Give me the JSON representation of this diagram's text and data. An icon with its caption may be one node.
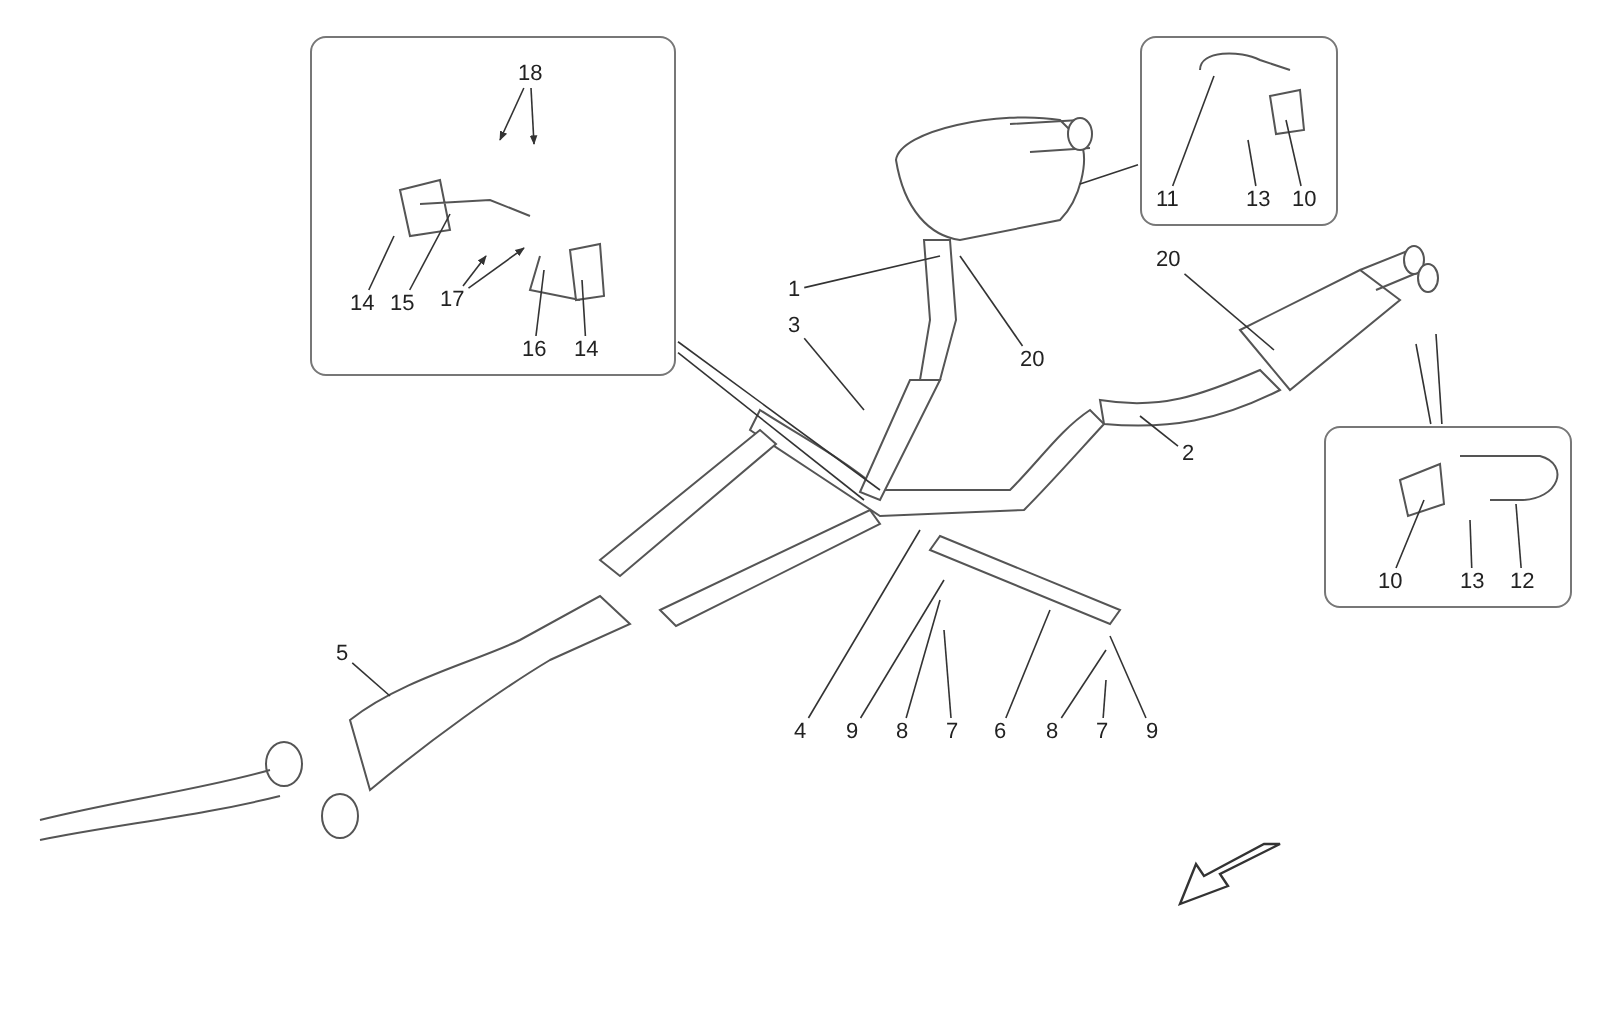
{
  "diagram": {
    "nodes": [
      {
        "text": [],
        "shape": "box"
      },
      {
        "text": [],
        "shape": "box"
      },
      {
        "text": [],
        "shape": "box"
      },
      {
        "text": [
          "18"
        ],
        "in": 0
      },
      {
        "text": [
          "14"
        ],
        "in": 0
      },
      {
        "text": [
          "15"
        ],
        "in": 0
      },
      {
        "text": [
          "17"
        ],
        "in": 0
      },
      {
        "text": [
          "16"
        ],
        "in": 0
      },
      {
        "text": [
          "14"
        ],
        "in": 0
      },
      {
        "text": [
          "11"
        ],
        "in": 1
      },
      {
        "text": [
          "13"
        ],
        "in": 1
      },
      {
        "text": [
          "10"
        ],
        "in": 1
      },
      {
        "text": [
          "10"
        ],
        "in": 2
      },
      {
        "text": [
          "13"
        ],
        "in": 2
      },
      {
        "text": [
          "12"
        ],
        "in": 2
      },
      {
        "text": [
          "1"
        ]
      },
      {
        "text": [
          "3"
        ]
      },
      {
        "text": [
          "20"
        ]
      },
      {
        "text": [
          "20"
        ]
      },
      {
        "text": [
          "2"
        ]
      },
      {
        "text": [
          "5"
        ]
      },
      {
        "text": [
          "4"
        ]
      },
      {
        "text": [
          "9"
        ]
      },
      {
        "text": [
          "8"
        ]
      },
      {
        "text": [
          "7"
        ]
      },
      {
        "text": [
          "6"
        ]
      },
      {
        "text": [
          "8"
        ]
      },
      {
        "text": [
          "7"
        ]
      },
      {
        "text": [
          "9"
        ]
      }
    ],
    "edges": [
      {
        "from": 3,
        "to": null,
        "arrow": "to"
      },
      {
        "from": 3,
        "to": null,
        "arrow": "to"
      },
      {
        "from": 4,
        "to": null,
        "arrow": "none"
      },
      {
        "from": 5,
        "to": null,
        "arrow": "none"
      },
      {
        "from": 6,
        "to": null,
        "arrow": "to"
      },
      {
        "from": 6,
        "to": null,
        "arrow": "to"
      },
      {
        "from": 7,
        "to": null,
        "arrow": "none"
      },
      {
        "from": 8,
        "to": null,
        "arrow": "none"
      },
      {
        "from": 9,
        "to": null,
        "arrow": "none"
      },
      {
        "from": 10,
        "to": null,
        "arrow": "none"
      },
      {
        "from": 11,
        "to": null,
        "arrow": "none"
      },
      {
        "from": 12,
        "to": null,
        "arrow": "none"
      },
      {
        "from": 13,
        "to": null,
        "arrow": "none"
      },
      {
        "from": 14,
        "to": null,
        "arrow": "none"
      },
      {
        "from": 15,
        "to": null,
        "arrow": "none"
      },
      {
        "from": 16,
        "to": null,
        "arrow": "none"
      },
      {
        "from": 17,
        "to": null,
        "arrow": "none"
      },
      {
        "from": 18,
        "to": null,
        "arrow": "none"
      },
      {
        "from": 19,
        "to": null,
        "arrow": "none"
      },
      {
        "from": 20,
        "to": null,
        "arrow": "none"
      },
      {
        "from": 21,
        "to": null,
        "arrow": "none"
      },
      {
        "from": 22,
        "to": null,
        "arrow": "none"
      },
      {
        "from": 23,
        "to": null,
        "arrow": "none"
      },
      {
        "from": 24,
        "to": null,
        "arrow": "none"
      },
      {
        "from": 25,
        "to": null,
        "arrow": "none"
      },
      {
        "from": 26,
        "to": null,
        "arrow": "none"
      },
      {
        "from": 27,
        "to": null,
        "arrow": "none"
      },
      {
        "from": 28,
        "to": null,
        "arrow": "none"
      },
      {
        "from": 0,
        "to": null,
        "arrow": "none"
      },
      {
        "from": 0,
        "to": null,
        "arrow": "none"
      },
      {
        "from": 1,
        "to": null,
        "arrow": "none"
      },
      {
        "from": 2,
        "to": null,
        "arrow": "none"
      },
      {
        "from": 2,
        "to": null,
        "arrow": "none"
      }
    ]
  }
}
